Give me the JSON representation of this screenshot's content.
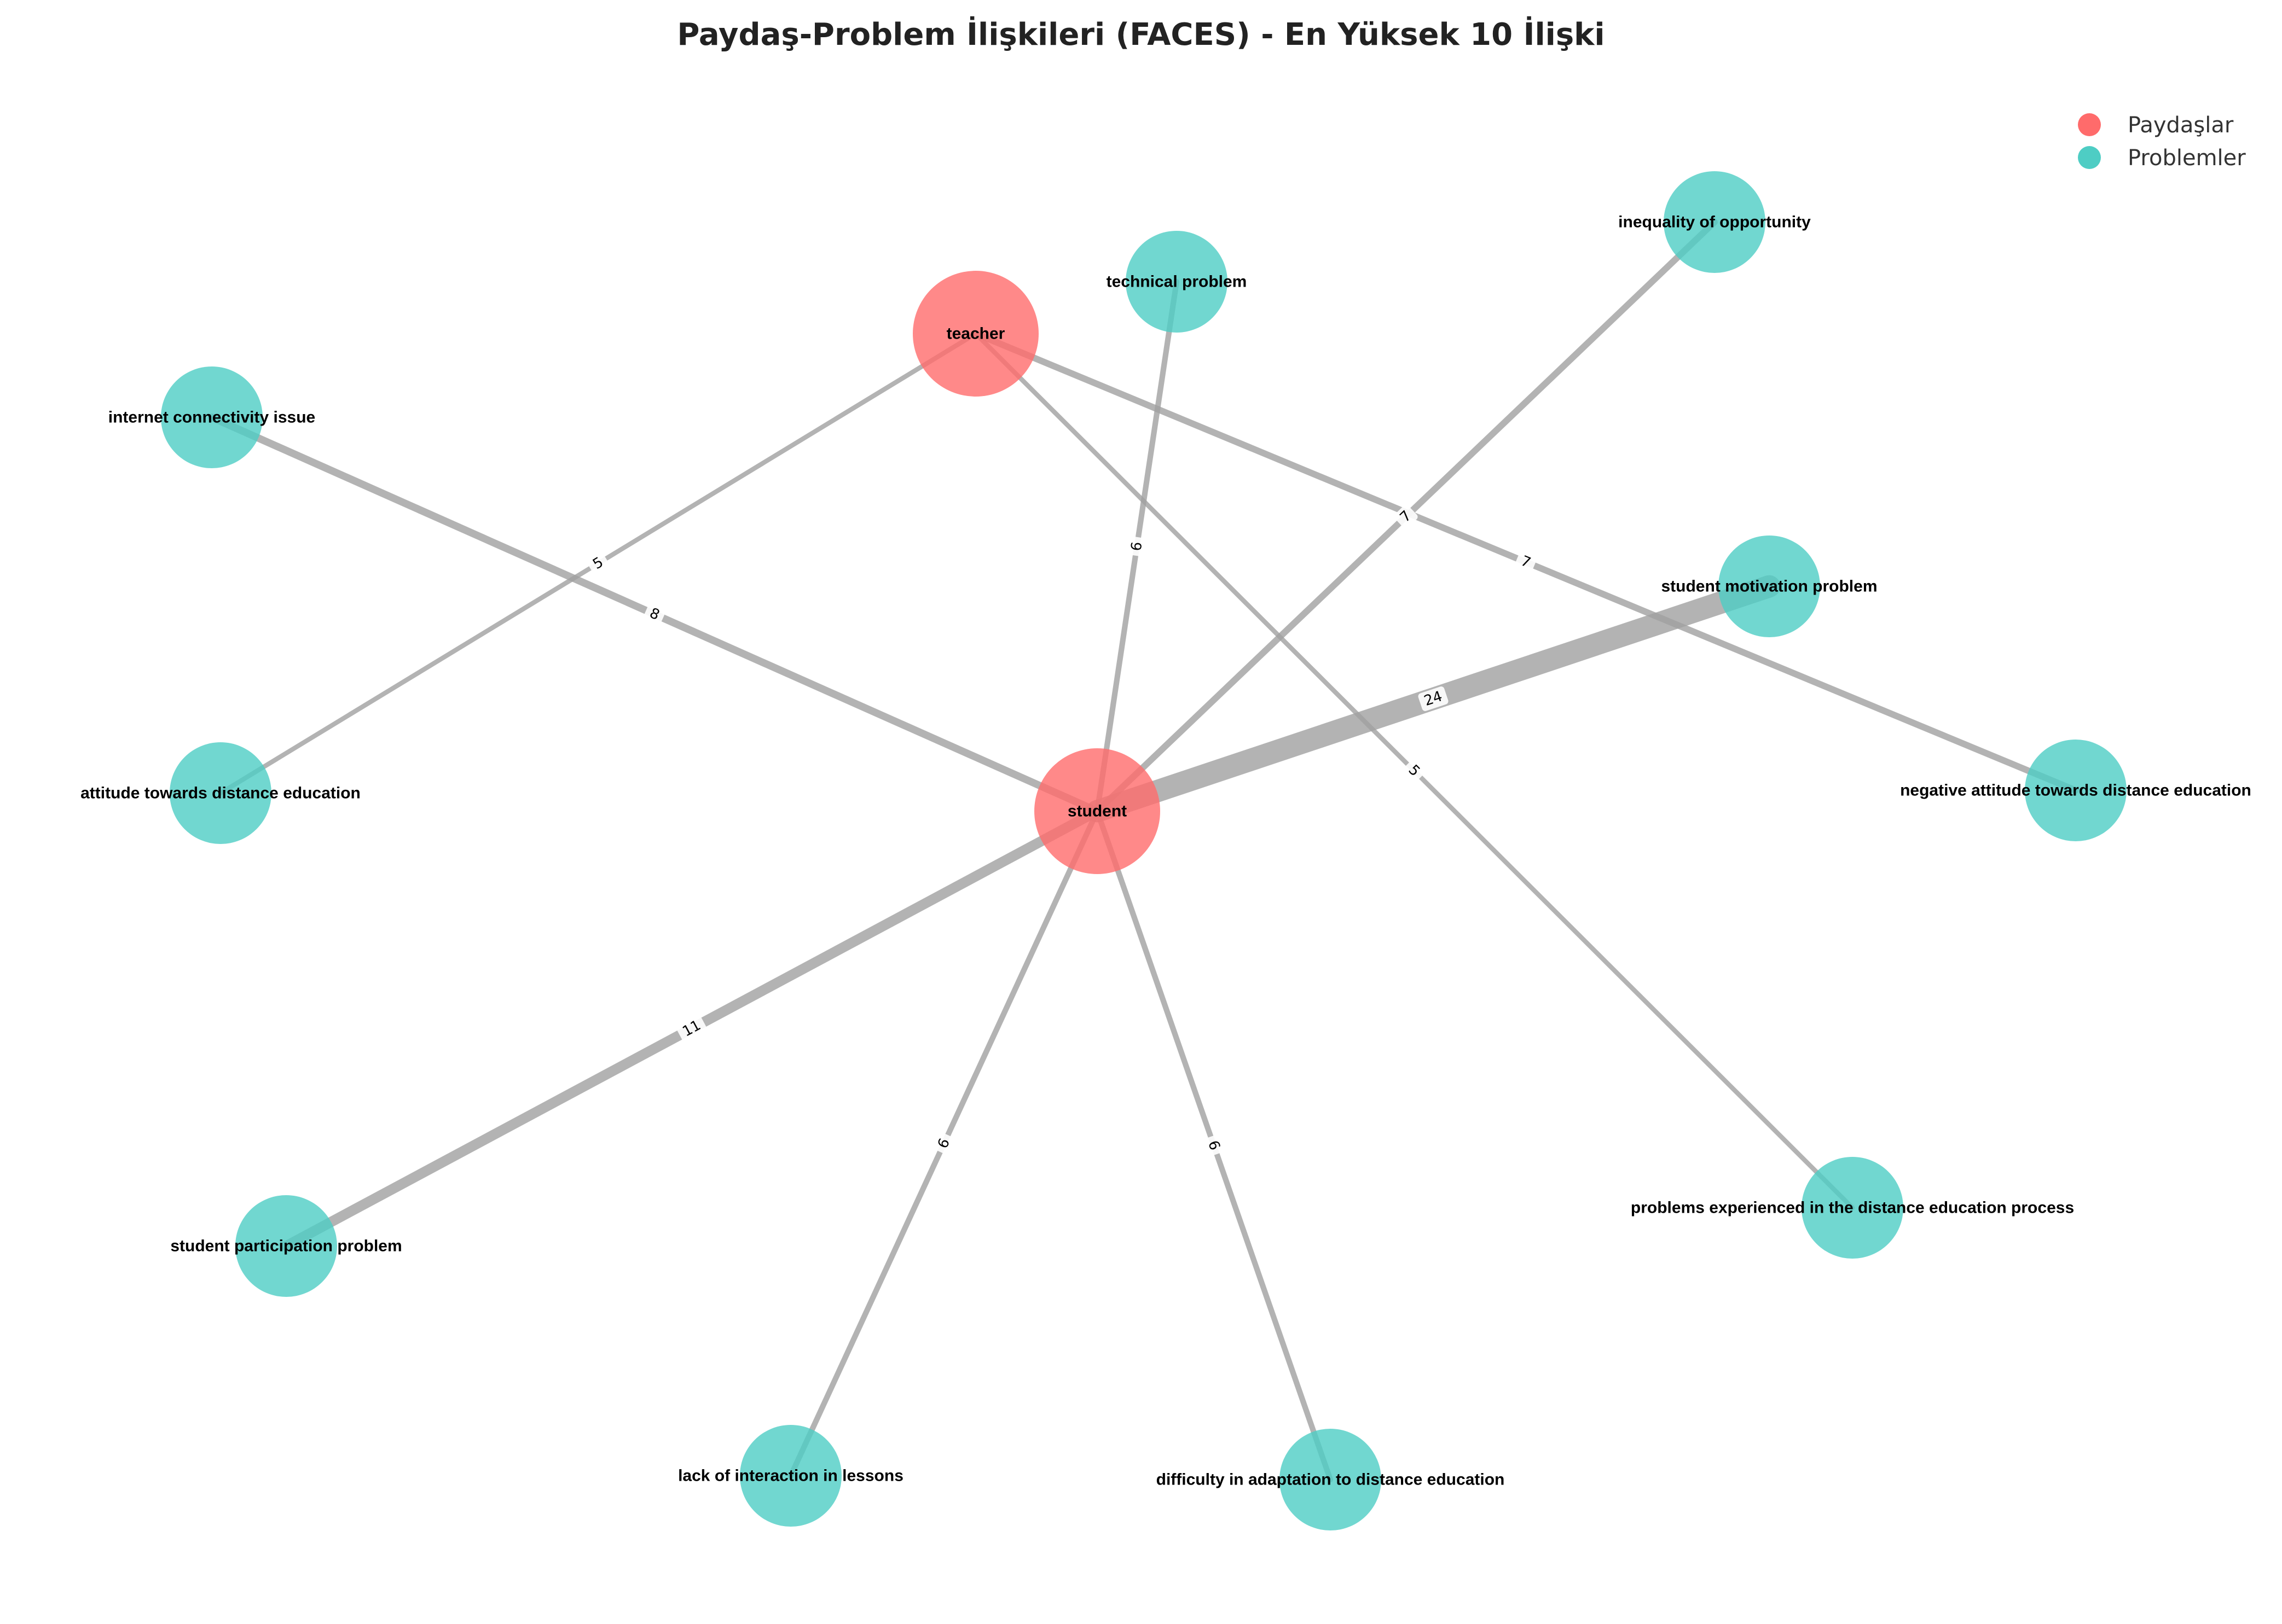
{
  "title": "Paydaş-Problem İlişkileri (FACES) - En Yüksek 10 İlişki",
  "colors": {
    "stakeholder": "#FF6B6B",
    "problem": "#4ECDC4",
    "edge": "#A0A0A0"
  },
  "legend": {
    "stakeholders": "Paydaşlar",
    "problems": "Problemler"
  },
  "nodes": [
    {
      "id": "student",
      "label": "student",
      "type": "stakeholder"
    },
    {
      "id": "teacher",
      "label": "teacher",
      "type": "stakeholder"
    },
    {
      "id": "technical",
      "label": "technical problem",
      "type": "problem"
    },
    {
      "id": "inequality",
      "label": "inequality of opportunity",
      "type": "problem"
    },
    {
      "id": "internet",
      "label": "internet connectivity issue",
      "type": "problem"
    },
    {
      "id": "motivation",
      "label": "student motivation problem",
      "type": "problem"
    },
    {
      "id": "attitude",
      "label": "attitude towards distance education",
      "type": "problem"
    },
    {
      "id": "negative",
      "label": "negative attitude towards distance education",
      "type": "problem"
    },
    {
      "id": "participation",
      "label": "student participation problem",
      "type": "problem"
    },
    {
      "id": "experienced",
      "label": "problems experienced in the distance education process",
      "type": "problem"
    },
    {
      "id": "interaction",
      "label": "lack of interaction in lessons",
      "type": "problem"
    },
    {
      "id": "adaptation",
      "label": "difficulty in adaptation to distance education",
      "type": "problem"
    }
  ],
  "edges": [
    {
      "source": "student",
      "target": "motivation",
      "weight": 24
    },
    {
      "source": "student",
      "target": "participation",
      "weight": 11
    },
    {
      "source": "student",
      "target": "internet",
      "weight": 8
    },
    {
      "source": "student",
      "target": "inequality",
      "weight": 7
    },
    {
      "source": "teacher",
      "target": "negative",
      "weight": 7
    },
    {
      "source": "student",
      "target": "technical",
      "weight": 6
    },
    {
      "source": "student",
      "target": "interaction",
      "weight": 6
    },
    {
      "source": "student",
      "target": "adaptation",
      "weight": 6
    },
    {
      "source": "teacher",
      "target": "attitude",
      "weight": 5
    },
    {
      "source": "teacher",
      "target": "experienced",
      "weight": 5
    }
  ]
}
